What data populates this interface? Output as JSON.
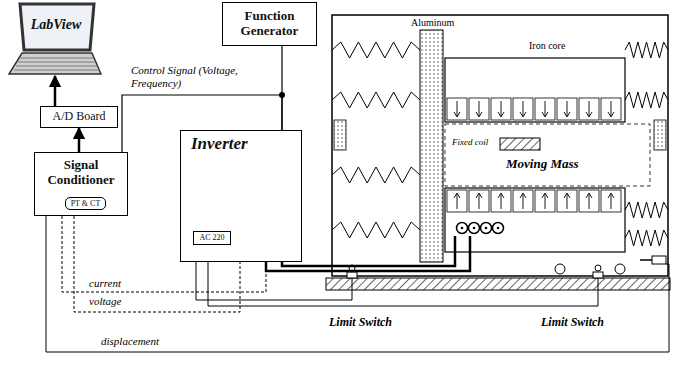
{
  "diagram": {
    "nodes": [
      {
        "text": [
          "LabView"
        ]
      },
      {
        "text": [
          "A/D Board"
        ]
      },
      {
        "text": [
          "Signal Conditioner"
        ]
      },
      {
        "text": [
          "PT & CT"
        ],
        "in": 2
      },
      {
        "text": [
          "Function Generator"
        ]
      },
      {
        "text": [
          "Inverter"
        ]
      },
      {
        "text": [
          "AC 220"
        ],
        "in": 5
      }
    ],
    "edges": [
      {
        "from": 2,
        "to": 1,
        "arrow": "to"
      },
      {
        "from": 1,
        "to": 0,
        "arrow": "to"
      },
      {
        "from": 4,
        "to": 5,
        "arrow": "none"
      },
      {
        "from": 2,
        "to": 5,
        "arrow": "none",
        "label": "Control Signal (Voltage, Frequency)"
      }
    ],
    "labels": [
      "Aluminum",
      "Iron core",
      "Fixed coil",
      "Moving Mass",
      "current",
      "voltage",
      "Limit Switch",
      "Limit Switch",
      "displacement"
    ]
  }
}
